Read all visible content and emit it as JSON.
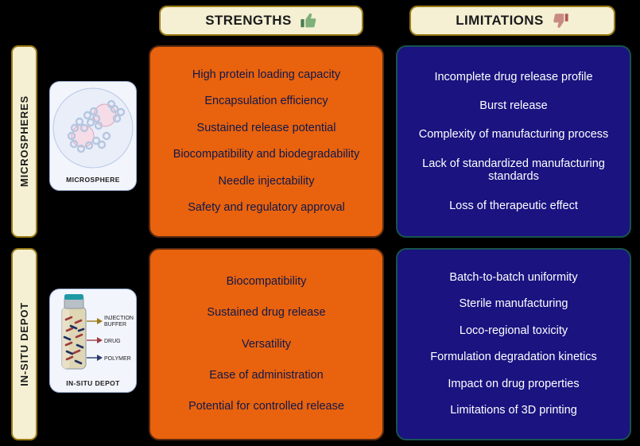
{
  "headers": {
    "strengths": {
      "label": "STRENGTHS",
      "icon": "thumbs-up-icon",
      "icon_color": "#7fb07a"
    },
    "limitations": {
      "label": "LIMITATIONS",
      "icon": "thumbs-down-icon",
      "icon_color": "#c98a84"
    }
  },
  "rows": [
    {
      "label": "MICROSPHERES",
      "illustration_caption": "MICROSPHERE"
    },
    {
      "label": "IN-SITU DEPOT",
      "illustration_caption": "IN-SITU DEPOT"
    }
  ],
  "depot_legend": [
    {
      "label": "INJECTION BUFFER",
      "color": "#9a7d1a"
    },
    {
      "label": "DRUG",
      "color": "#a03b46"
    },
    {
      "label": "POLYMER",
      "color": "#2a3a6e"
    }
  ],
  "panels": {
    "microspheres_strengths": {
      "items": [
        "High protein loading capacity",
        "Encapsulation efficiency",
        "Sustained release potential",
        "Biocompatibility and biodegradability",
        "Needle injectability",
        "Safety and regulatory approval"
      ]
    },
    "microspheres_limitations": {
      "items": [
        "Incomplete drug release profile",
        "Burst release",
        "Complexity of manufacturing process",
        "Lack of standardized manufacturing standards",
        "Loss of therapeutic effect"
      ]
    },
    "depot_strengths": {
      "items": [
        "Biocompatibility",
        "Sustained drug release",
        "Versatility",
        "Ease of administration",
        "Potential for controlled release"
      ]
    },
    "depot_limitations": {
      "items": [
        "Batch-to-batch uniformity",
        "Sterile manufacturing",
        "Loco-regional toxicity",
        "Formulation degradation kinetics",
        "Impact on drug properties",
        "Limitations of 3D printing"
      ]
    }
  },
  "colors": {
    "background": "#000000",
    "pill_fill": "#f5f0d3",
    "pill_border": "#9a7b16",
    "strength_panel": "#e9620d",
    "strength_panel_border": "#5c2a10",
    "strength_text": "#10184c",
    "limitation_panel": "#1a1380",
    "limitation_panel_border": "#18534f",
    "limitation_text": "#ffffff",
    "illustration_card": "#f2f5fc"
  }
}
